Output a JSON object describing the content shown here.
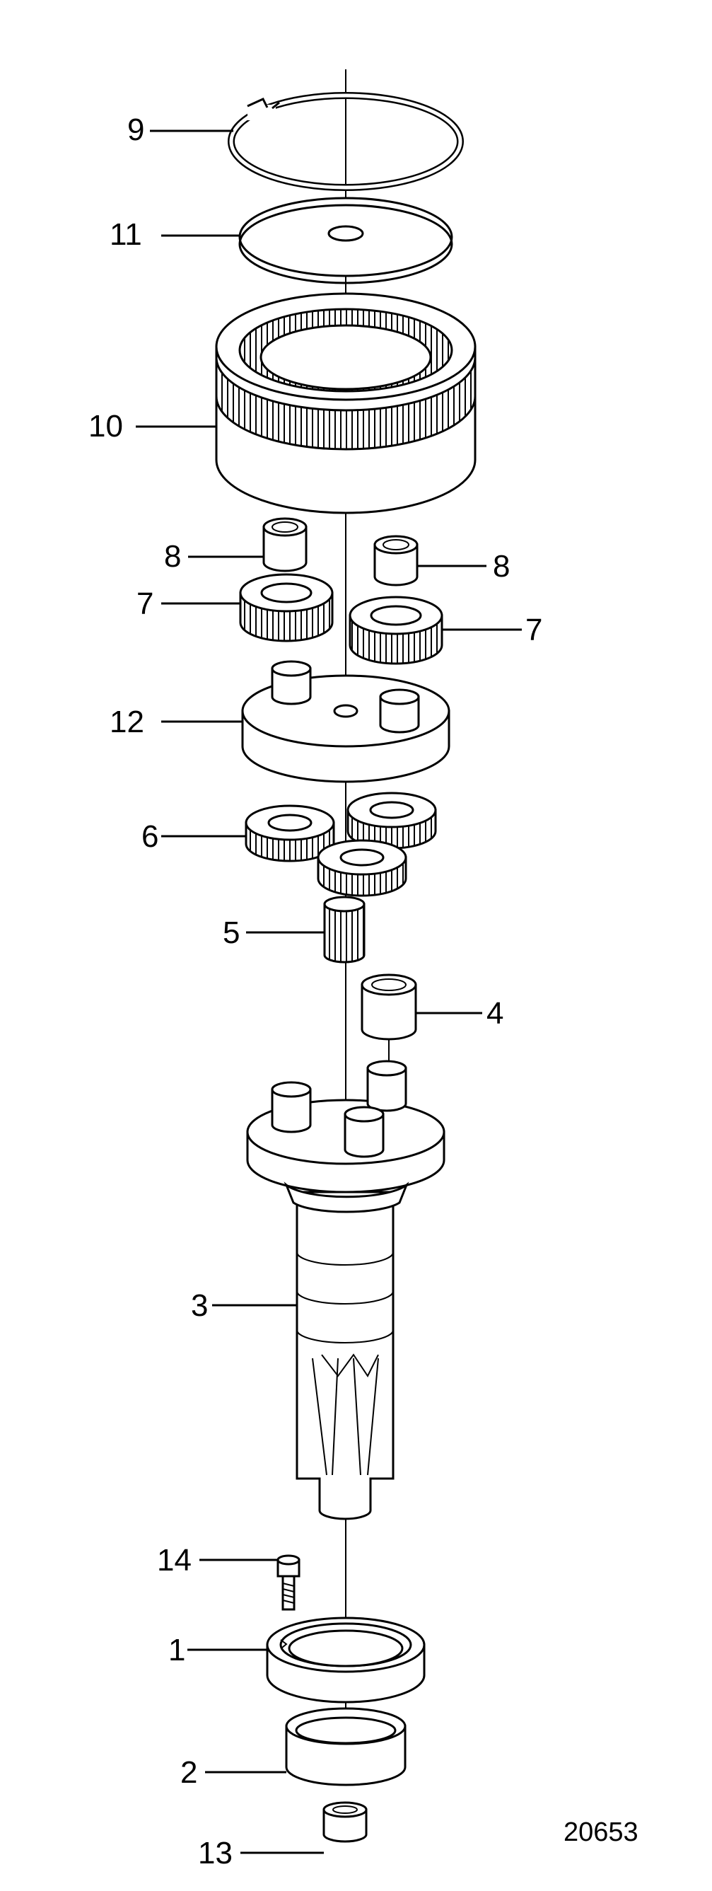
{
  "callouts": [
    {
      "id": "9",
      "label": "9"
    },
    {
      "id": "11",
      "label": "11"
    },
    {
      "id": "10",
      "label": "10"
    },
    {
      "id": "8a",
      "label": "8"
    },
    {
      "id": "8b",
      "label": "8"
    },
    {
      "id": "7a",
      "label": "7"
    },
    {
      "id": "7b",
      "label": "7"
    },
    {
      "id": "12",
      "label": "12"
    },
    {
      "id": "6",
      "label": "6"
    },
    {
      "id": "5",
      "label": "5"
    },
    {
      "id": "4",
      "label": "4"
    },
    {
      "id": "3",
      "label": "3"
    },
    {
      "id": "14",
      "label": "14"
    },
    {
      "id": "1",
      "label": "1"
    },
    {
      "id": "2",
      "label": "2"
    },
    {
      "id": "13",
      "label": "13"
    }
  ],
  "reference_number": "20653"
}
